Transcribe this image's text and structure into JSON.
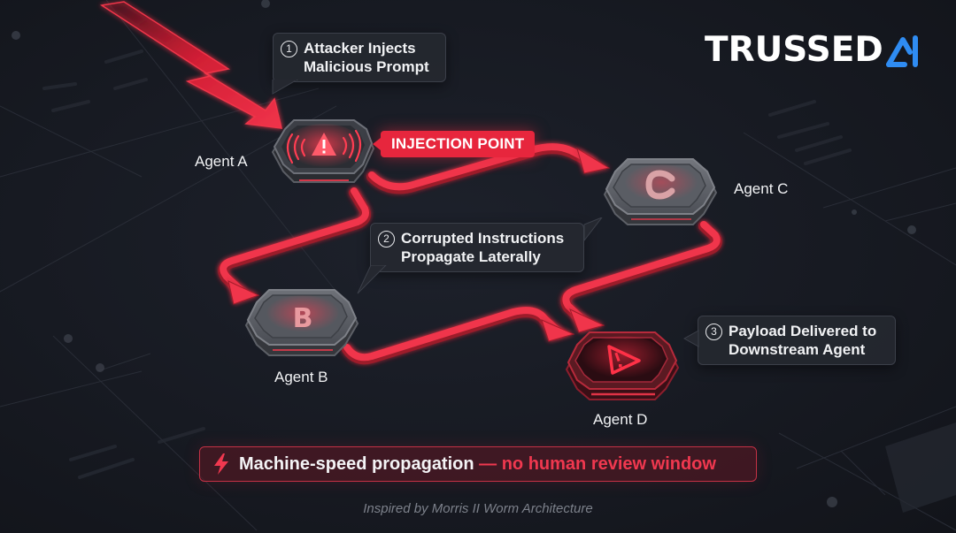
{
  "brand": {
    "name": "TRUSSED",
    "mark_icon": "trussed-ai-mark-icon",
    "mark_color": "#2f8cf2"
  },
  "colors": {
    "background": "#161922",
    "threat_red": "#e7263d",
    "callout_bg": "#252830",
    "node_gray": "#4a4d55",
    "node_compromised": "#5a1a22"
  },
  "callouts": [
    {
      "number": "1",
      "line1": "Attacker Injects",
      "line2": "Malicious Prompt"
    },
    {
      "number": "2",
      "line1": "Corrupted Instructions",
      "line2": "Propagate Laterally"
    },
    {
      "number": "3",
      "line1": "Payload Delivered to",
      "line2": "Downstream Agent"
    }
  ],
  "injection_tag": {
    "label": "INJECTION POINT"
  },
  "agents": [
    {
      "id": "A",
      "label": "Agent A",
      "icon": "warning-broadcast-icon",
      "state": "injected"
    },
    {
      "id": "B",
      "label": "Agent B",
      "icon": "letter-b-icon",
      "state": "infected"
    },
    {
      "id": "C",
      "label": "Agent C",
      "icon": "letter-c-icon",
      "state": "infected"
    },
    {
      "id": "D",
      "label": "Agent D",
      "icon": "warning-triangle-icon",
      "state": "compromised"
    }
  ],
  "edges": [
    {
      "from": "Attacker",
      "to": "A",
      "style": "lightning-bolt"
    },
    {
      "from": "A",
      "to": "C"
    },
    {
      "from": "A",
      "to": "B"
    },
    {
      "from": "B",
      "to": "D"
    },
    {
      "from": "C",
      "to": "D"
    }
  ],
  "banner": {
    "icon": "lightning-icon",
    "strong_text": "Machine-speed propagation ",
    "accent_text": "— no human review window"
  },
  "footer": {
    "note": "Inspired by Morris II Worm Architecture"
  }
}
